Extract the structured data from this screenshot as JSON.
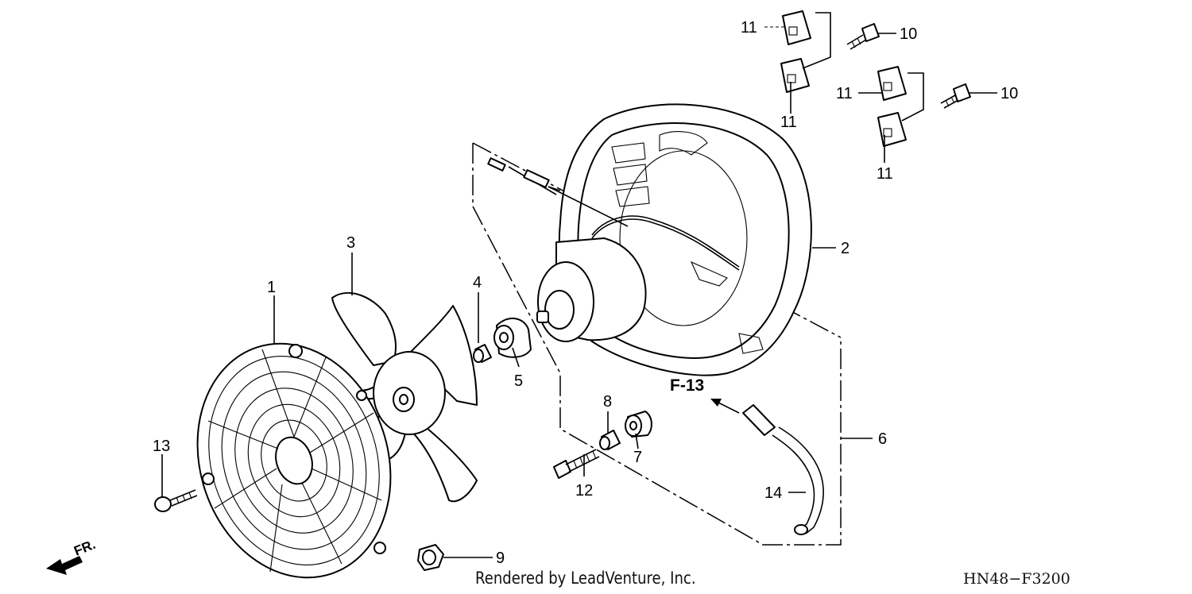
{
  "callouts": {
    "c1": "1",
    "c2": "2",
    "c3": "3",
    "c4": "4",
    "c5": "5",
    "c6": "6",
    "c7": "7",
    "c8": "8",
    "c9": "9",
    "c10a": "10",
    "c10b": "10",
    "c11a": "11",
    "c11b": "11",
    "c11c": "11",
    "c11d": "11",
    "c12": "12",
    "c13": "13",
    "c14": "14"
  },
  "reference": "F-13",
  "direction_label": "FR.",
  "credit": "Rendered by LeadVenture, Inc.",
  "diagram_code": "HN48−F3200"
}
